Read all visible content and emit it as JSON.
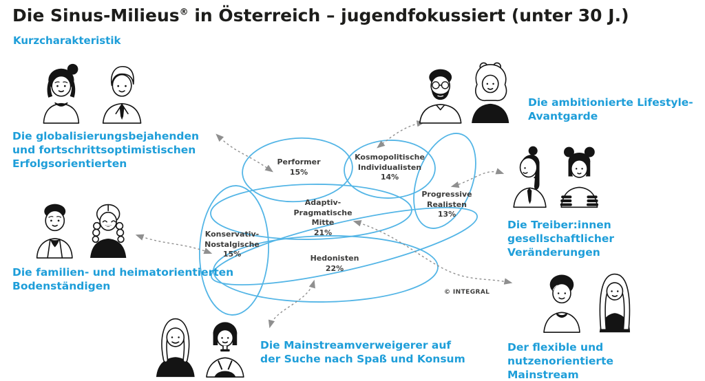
{
  "header": {
    "title_main": "Die Sinus-Milieus",
    "title_sup": "®",
    "title_rest": " in Österreich – jugendfokussiert (unter 30 J.)",
    "subtitle": "Kurzcharakteristik"
  },
  "milieus": [
    {
      "name": "Performer",
      "share": "15%"
    },
    {
      "name": "Kosmopolitische\nIndividualisten",
      "share": "14%"
    },
    {
      "name": "Progressive\nRealisten",
      "share": "13%"
    },
    {
      "name": "Adaptiv-\nPragmatische\nMitte",
      "share": "21%"
    },
    {
      "name": "Konservativ-\nNostalgische",
      "share": "15%"
    },
    {
      "name": "Hedonisten",
      "share": "22%"
    }
  ],
  "personas": [
    {
      "label": "Die globalisierungsbejahenden\nund fortschrittsoptimistischen\nErfolgsorientierten"
    },
    {
      "label": "Die ambitionierte Lifestyle-\nAvantgarde"
    },
    {
      "label": "Die Treiber:innen gesellschaftlicher\nVeränderungen"
    },
    {
      "label": "Die familien- und heimatorientierten\nBodenständigen"
    },
    {
      "label": "Die Mainstreamverweigerer auf\nder Suche nach Spaß und Konsum"
    },
    {
      "label": "Der flexible und nutzenorientierte\nMainstream"
    }
  ],
  "credit": "© INTEGRAL",
  "colors": {
    "accent_cyan": "#1e9ed9",
    "blob_blue": "#53b5e6",
    "arrow_gray": "#8f8f8f",
    "ink": "#1d1d1b"
  }
}
